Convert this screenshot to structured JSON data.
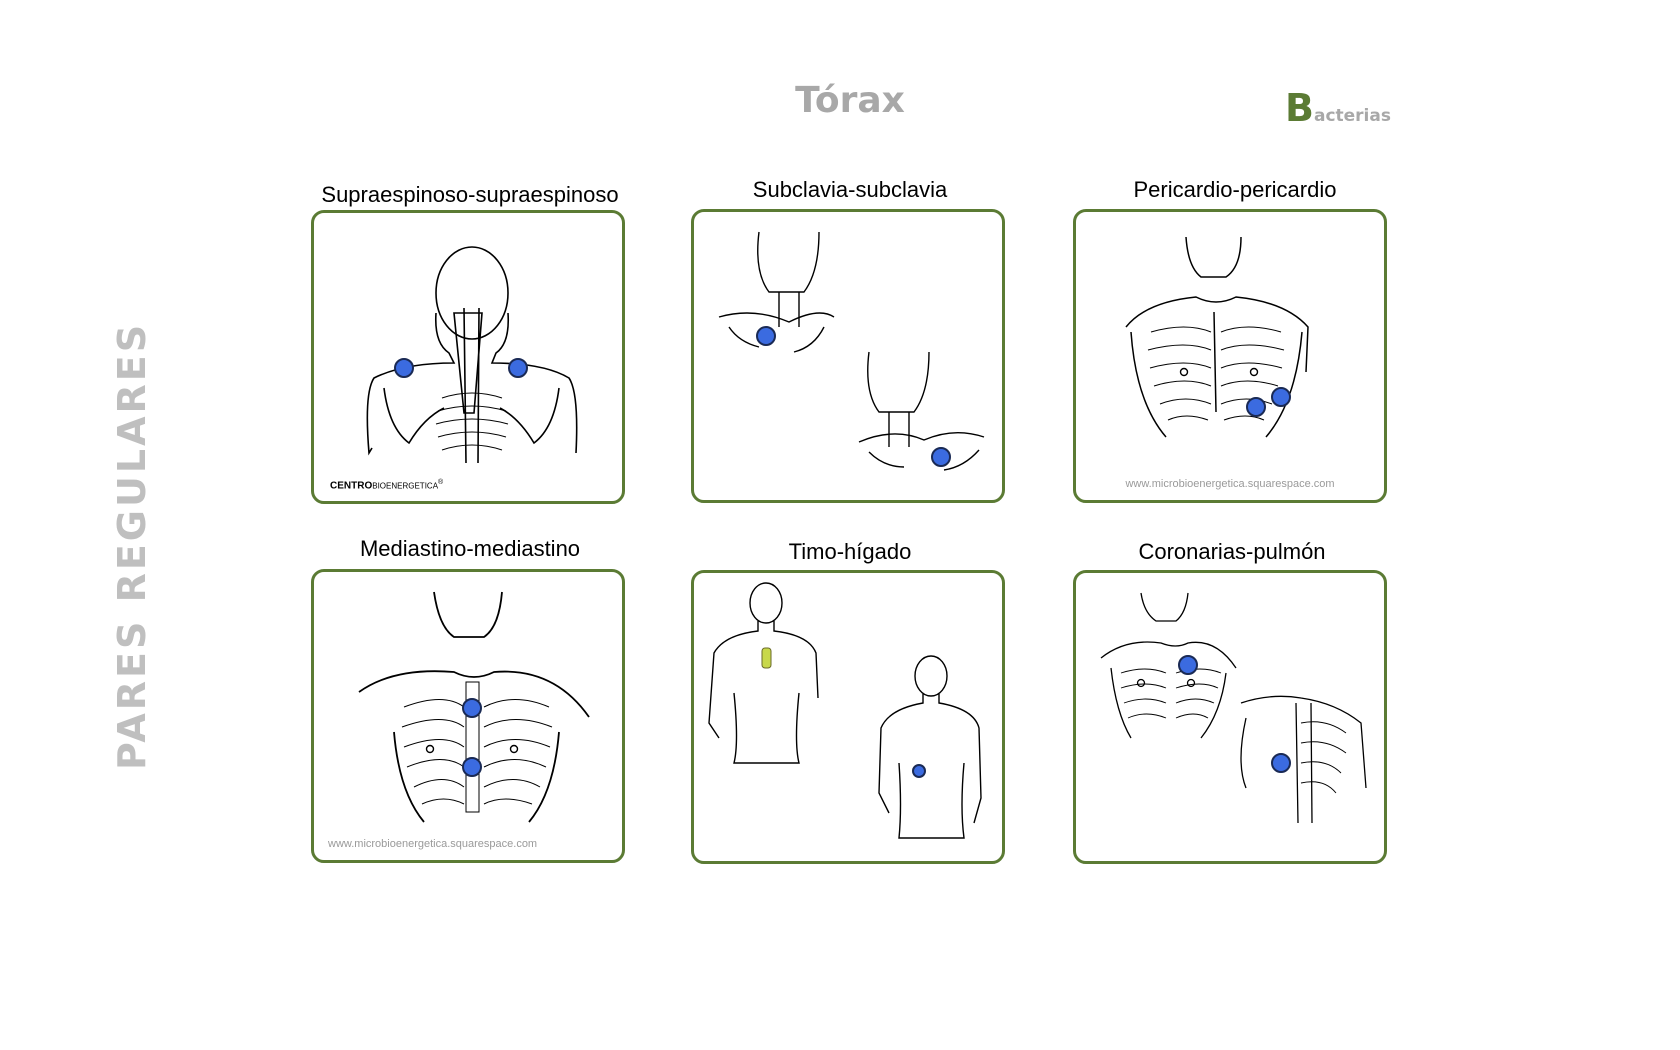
{
  "vertical_label": "PARES REGULARES",
  "page_title": "Tórax",
  "brand": {
    "initial": "B",
    "rest": "acterias"
  },
  "colors": {
    "accent": "#5b7b34",
    "point": "#3b6be0",
    "title_gray": "#a8a8a8"
  },
  "cards": [
    {
      "title": "Supraespinoso-supraespinoso",
      "caption_bold": "CENTRO",
      "caption_rest": "BIOENERGETICA",
      "caption_mark": "®"
    },
    {
      "title": "Subclavia-subclavia"
    },
    {
      "title": "Pericardio-pericardio",
      "caption": "www.microbioenergetica.squarespace.com"
    },
    {
      "title": "Mediastino-mediastino",
      "caption": "www.microbioenergetica.squarespace.com"
    },
    {
      "title": "Timo-hígado"
    },
    {
      "title": "Coronarias-pulmón"
    }
  ]
}
